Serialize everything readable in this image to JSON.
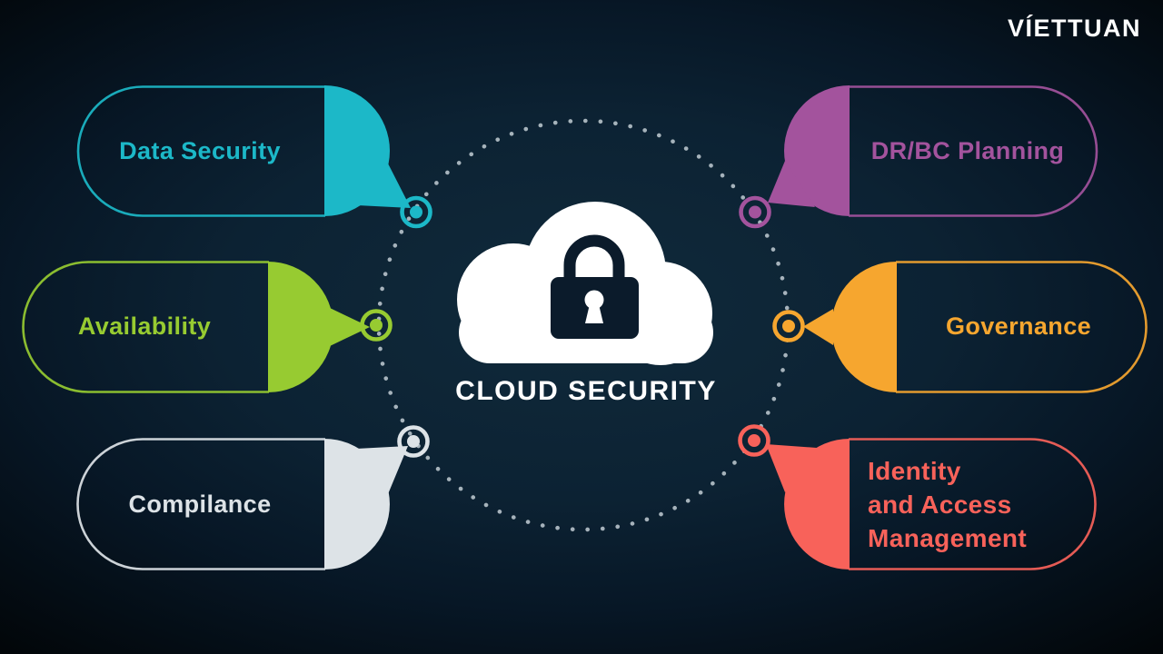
{
  "logo": {
    "text": "VÍETTUAN"
  },
  "center": {
    "title": "CLOUD SECURITY",
    "icon": "cloud-lock",
    "cloud_color": "#ffffff",
    "lock_color": "#0b1b2b"
  },
  "ring": {
    "dot_color": "#c2ccd3"
  },
  "background": {
    "center": "#102a3b",
    "edge": "#020609"
  },
  "bubbles": [
    {
      "id": "data-security",
      "label": "Data Security",
      "color": "#1cb8c8",
      "side": "left"
    },
    {
      "id": "availability",
      "label": "Availability",
      "color": "#97cb31",
      "side": "left"
    },
    {
      "id": "compilance",
      "label": "Compilance",
      "color": "#dde3e7",
      "side": "left"
    },
    {
      "id": "drbc-planning",
      "label": "DR/BC Planning",
      "color": "#a3539d",
      "side": "right"
    },
    {
      "id": "governance",
      "label": "Governance",
      "color": "#f6a62f",
      "side": "right"
    },
    {
      "id": "identity-access-management",
      "label": "Identity\nand Access\nManagement",
      "color": "#f8625a",
      "side": "right"
    }
  ]
}
